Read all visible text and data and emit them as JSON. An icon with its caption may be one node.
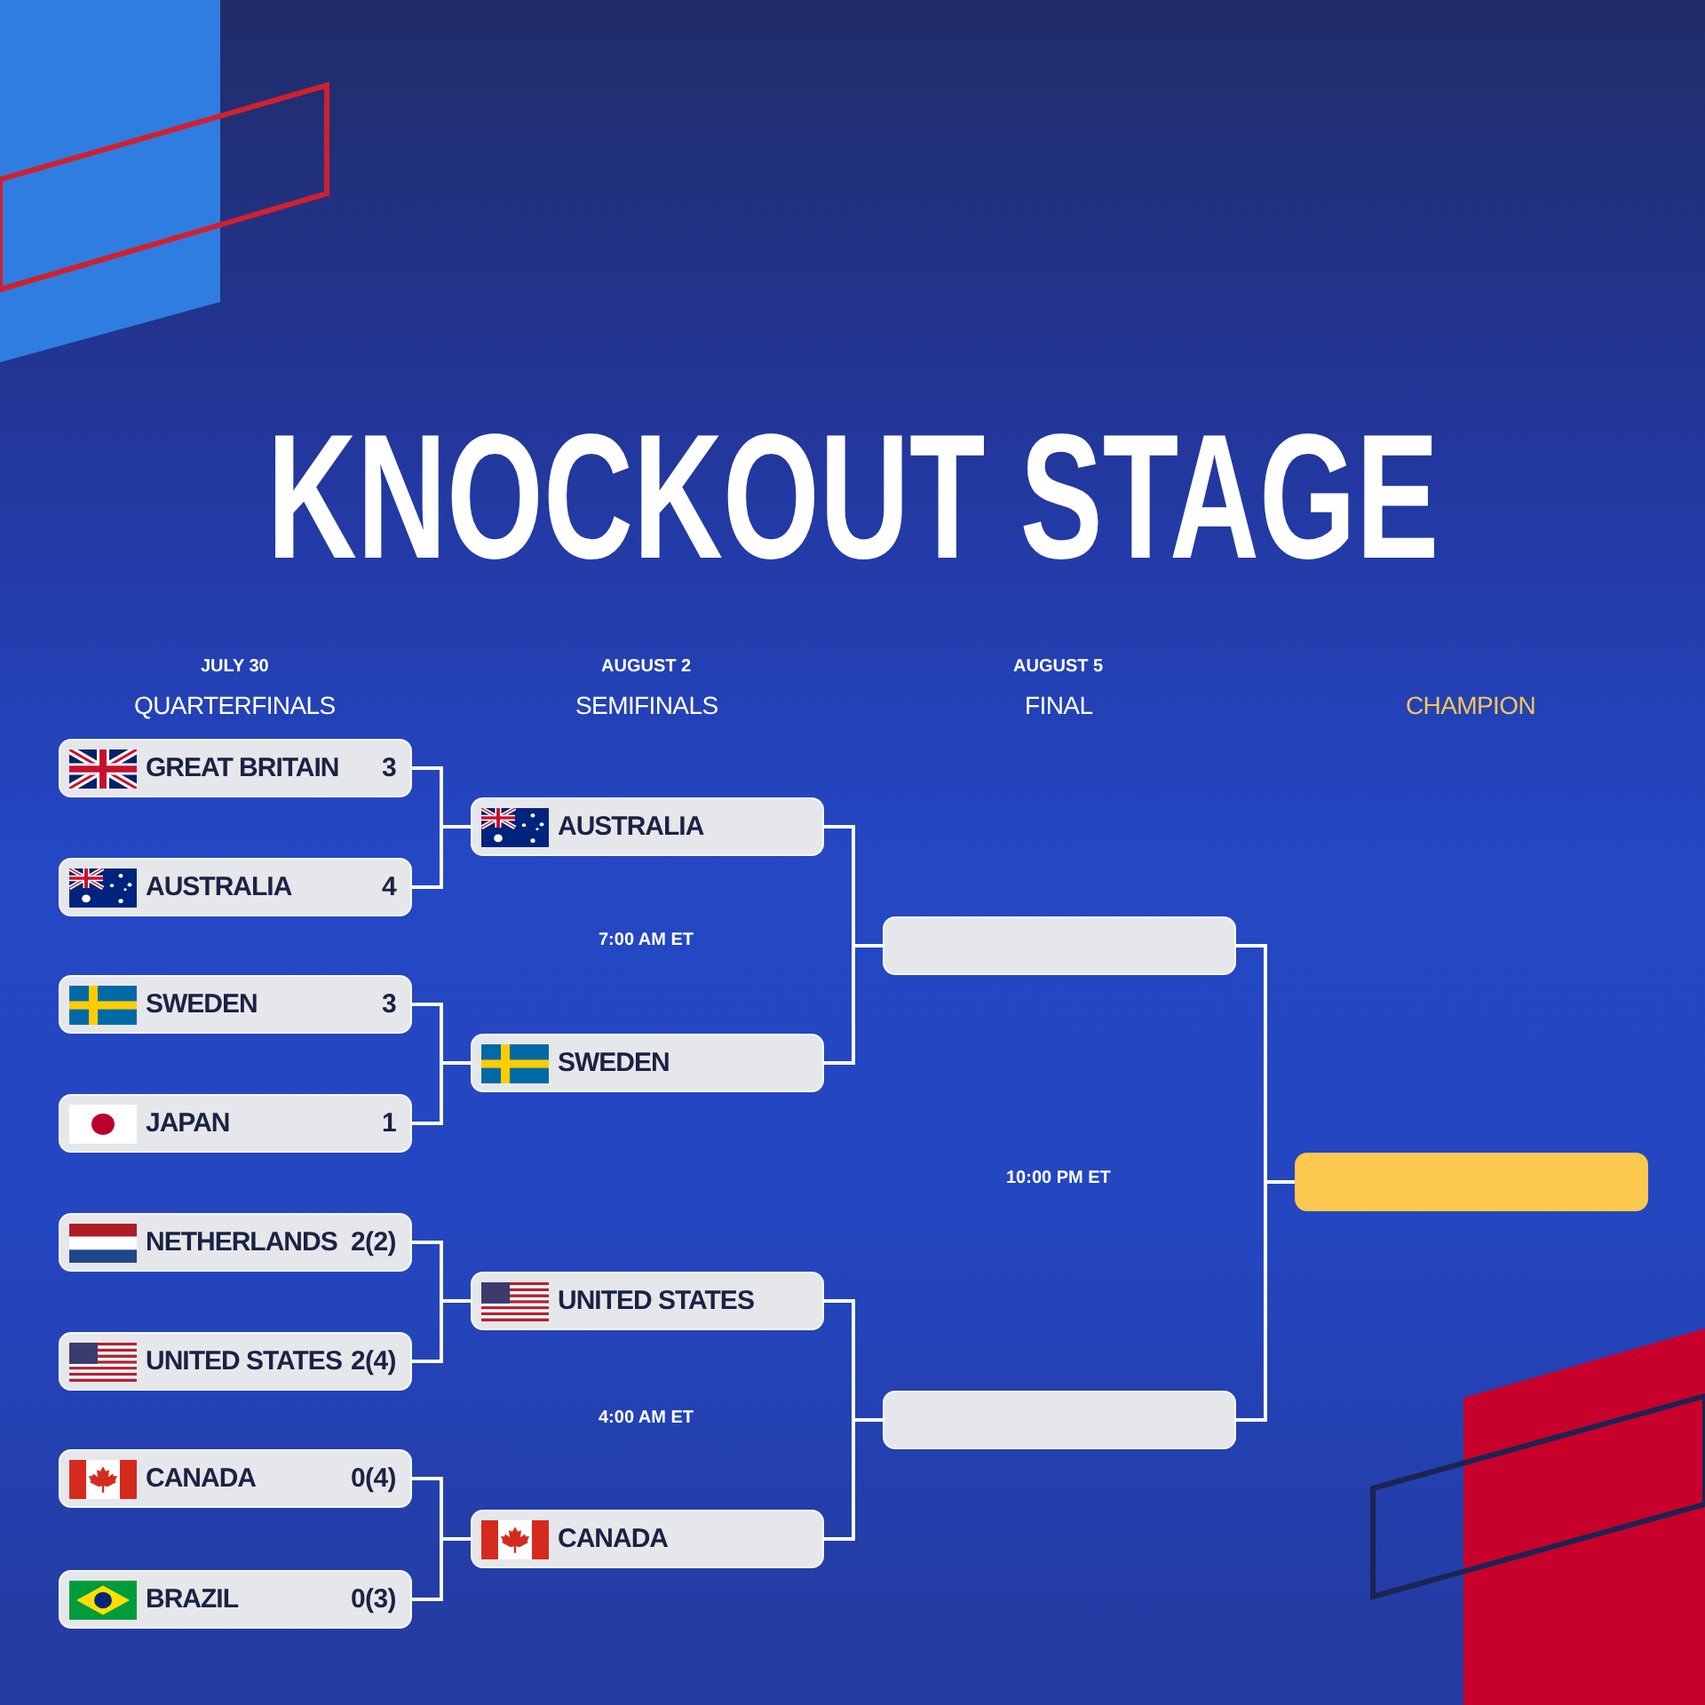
{
  "diagram": {
    "title": "KNOCKOUT STAGE",
    "nodes": [
      {
        "text": [
          "GREAT BRITAIN",
          "3"
        ]
      },
      {
        "text": [
          "AUSTRALIA",
          "4"
        ]
      },
      {
        "text": [
          "SWEDEN",
          "3"
        ]
      },
      {
        "text": [
          "JAPAN",
          "1"
        ]
      },
      {
        "text": [
          "NETHERLANDS",
          "2(2)"
        ]
      },
      {
        "text": [
          "UNITED STATES",
          "2(4)"
        ]
      },
      {
        "text": [
          "CANADA",
          "0(4)"
        ]
      },
      {
        "text": [
          "BRAZIL",
          "0(3)"
        ]
      },
      {
        "text": [
          "AUSTRALIA"
        ]
      },
      {
        "text": [
          "SWEDEN"
        ]
      },
      {
        "text": [
          "UNITED STATES"
        ]
      },
      {
        "text": [
          "CANADA"
        ]
      },
      {
        "text": [],
        "shape": "box"
      },
      {
        "text": [],
        "shape": "box"
      },
      {
        "text": [],
        "shape": "box"
      }
    ],
    "edges": [
      {
        "from": 0,
        "to": 8,
        "arrow": "none"
      },
      {
        "from": 1,
        "to": 8,
        "arrow": "none"
      },
      {
        "from": 2,
        "to": 9,
        "arrow": "none"
      },
      {
        "from": 3,
        "to": 9,
        "arrow": "none"
      },
      {
        "from": 4,
        "to": 10,
        "arrow": "none"
      },
      {
        "from": 5,
        "to": 10,
        "arrow": "none"
      },
      {
        "from": 6,
        "to": 11,
        "arrow": "none"
      },
      {
        "from": 7,
        "to": 11,
        "arrow": "none"
      },
      {
        "from": 8,
        "to": 12,
        "arrow": "none"
      },
      {
        "from": 9,
        "to": 12,
        "arrow": "none"
      },
      {
        "from": 10,
        "to": 13,
        "arrow": "none"
      },
      {
        "from": 11,
        "to": 13,
        "arrow": "none"
      },
      {
        "from": 12,
        "to": 14,
        "arrow": "none"
      },
      {
        "from": 13,
        "to": 14,
        "arrow": "none"
      }
    ],
    "labels": [
      "JULY 30",
      "AUGUST 2",
      "AUGUST 5",
      "QUARTERFINALS",
      "SEMIFINALS",
      "FINAL",
      "CHAMPION",
      "7:00 AM ET",
      "10:00 PM ET",
      "4:00 AM ET"
    ]
  }
}
